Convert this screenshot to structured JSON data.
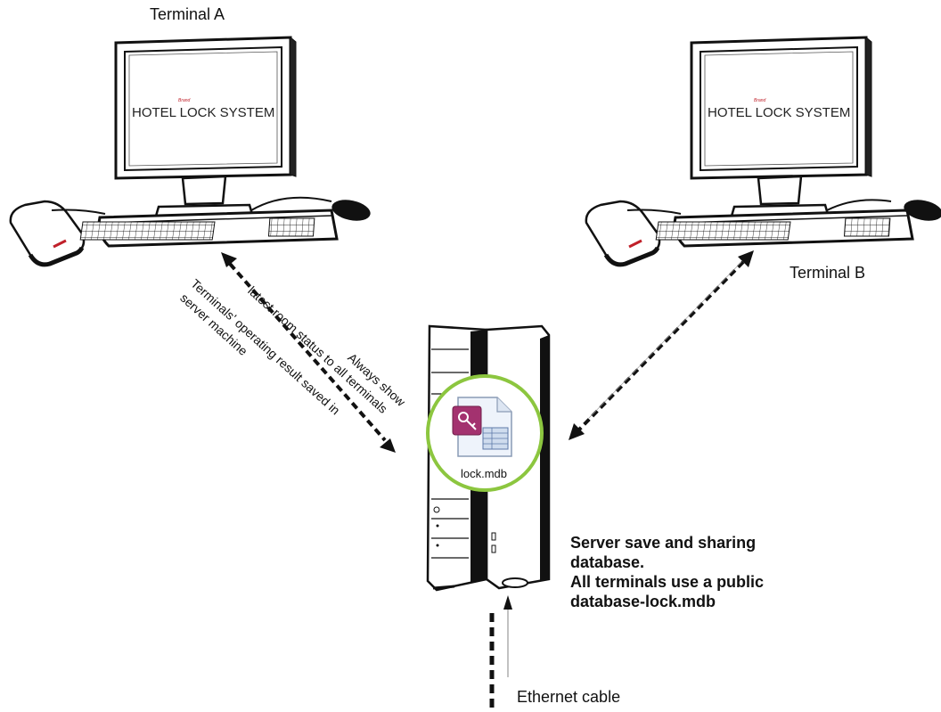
{
  "terminals": {
    "a": {
      "label": "Terminal A",
      "screen_text": "HOTEL LOCK SYSTEM",
      "screen_brand": "Brand"
    },
    "b": {
      "label": "Terminal B",
      "screen_text": "HOTEL LOCK SYSTEM",
      "screen_brand": "Brand"
    }
  },
  "arrows": {
    "to_terminal_lines": [
      "Always show",
      "latest room status to all terminals"
    ],
    "to_server_lines": [
      "Terminals' operating result saved in",
      "server machine"
    ]
  },
  "server": {
    "file_name": "lock.mdb",
    "note_lines": [
      "Server save and sharing",
      "database.",
      "All terminals use a public",
      "database-lock.mdb"
    ]
  },
  "ethernet": {
    "label": "Ethernet cable"
  },
  "colors": {
    "file_circle": "#8cc63f",
    "brand_tag": "#c0202a",
    "reader_led": "#c0202a",
    "line": "#111111"
  }
}
